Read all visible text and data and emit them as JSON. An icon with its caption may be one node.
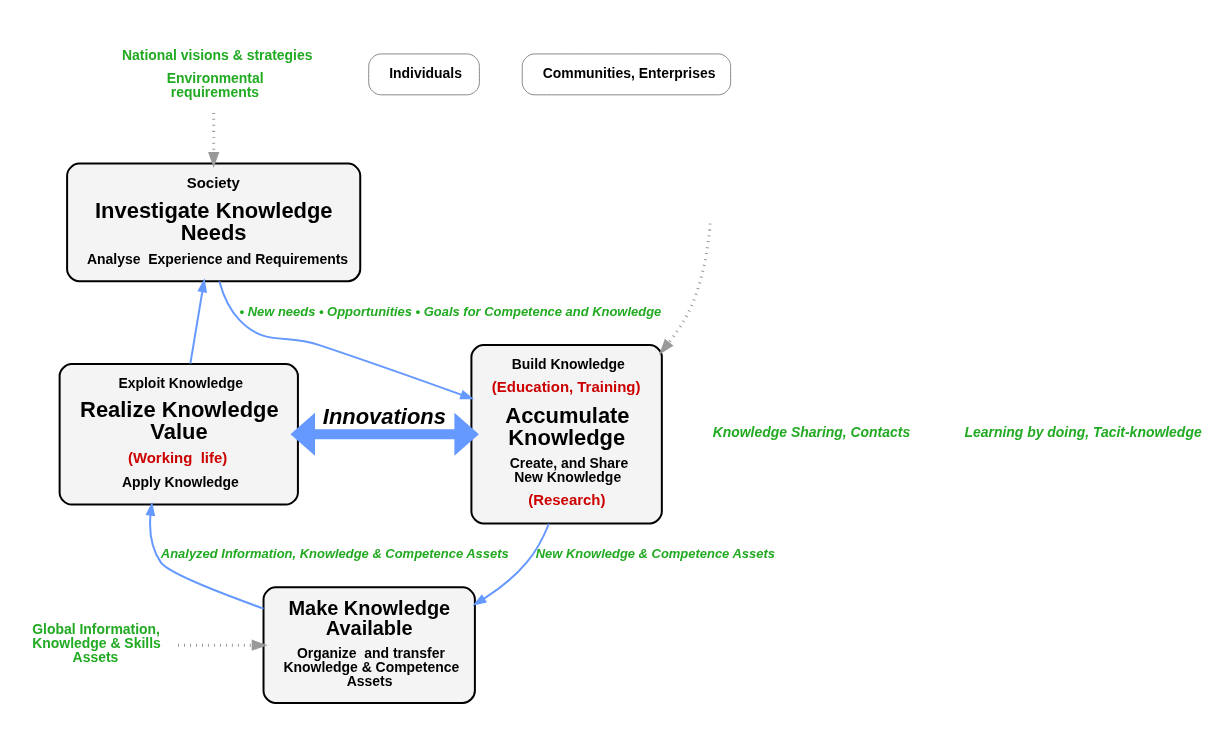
{
  "diagram": {
    "nodes": [
      {
        "text": [
          "National visions & strategies",
          "Environmental requirements"
        ]
      },
      {
        "text": [
          "Individuals"
        ]
      },
      {
        "text": [
          "Communities, Enterprises"
        ]
      },
      {
        "text": [
          "Society",
          "Investigate Knowledge Needs",
          "Analyse  Experience and Requirements"
        ]
      },
      {
        "text": [
          "Exploit Knowledge",
          "Realize Knowledge Value",
          "(Working  life)",
          "Apply Knowledge"
        ]
      },
      {
        "text": [
          "Build Knowledge",
          "(Education, Training)",
          "Accumulate Knowledge",
          "Create, and Share New Knowledge",
          "(Research)"
        ]
      },
      {
        "text": [
          "Make Knowledge Available",
          "Organize  and transfer Knowledge & Competence Assets"
        ]
      },
      {
        "text": [
          "Global Information, Knowledge & Skills Assets"
        ]
      }
    ],
    "edges": [
      {
        "from": 0,
        "to": 3,
        "arrow": "to",
        "style": "dashed",
        "color": "#999999"
      },
      {
        "from": 3,
        "to": 5,
        "arrow": "to",
        "label": "• New needs • Opportunities • Goals for Competence and Knowledge"
      },
      {
        "from": 5,
        "to": 6,
        "arrow": "to",
        "label": "New Knowledge & Competence Assets"
      },
      {
        "from": 6,
        "to": 4,
        "arrow": "to",
        "label": "Analyzed Information, Knowledge & Competence Assets"
      },
      {
        "from": 4,
        "to": 3,
        "arrow": "to"
      },
      {
        "from": 4,
        "to": 5,
        "arrow": "both",
        "label": "Innovations",
        "style": "thick"
      },
      {
        "from": 7,
        "to": 6,
        "arrow": "to",
        "style": "dashed",
        "color": "#999999"
      },
      {
        "from": null,
        "to": 5,
        "arrow": "to",
        "style": "dashed",
        "color": "#999999"
      }
    ],
    "labels": [
      "Knowledge Sharing, Contacts",
      "Learning by doing, Tacit-knowledge"
    ]
  }
}
